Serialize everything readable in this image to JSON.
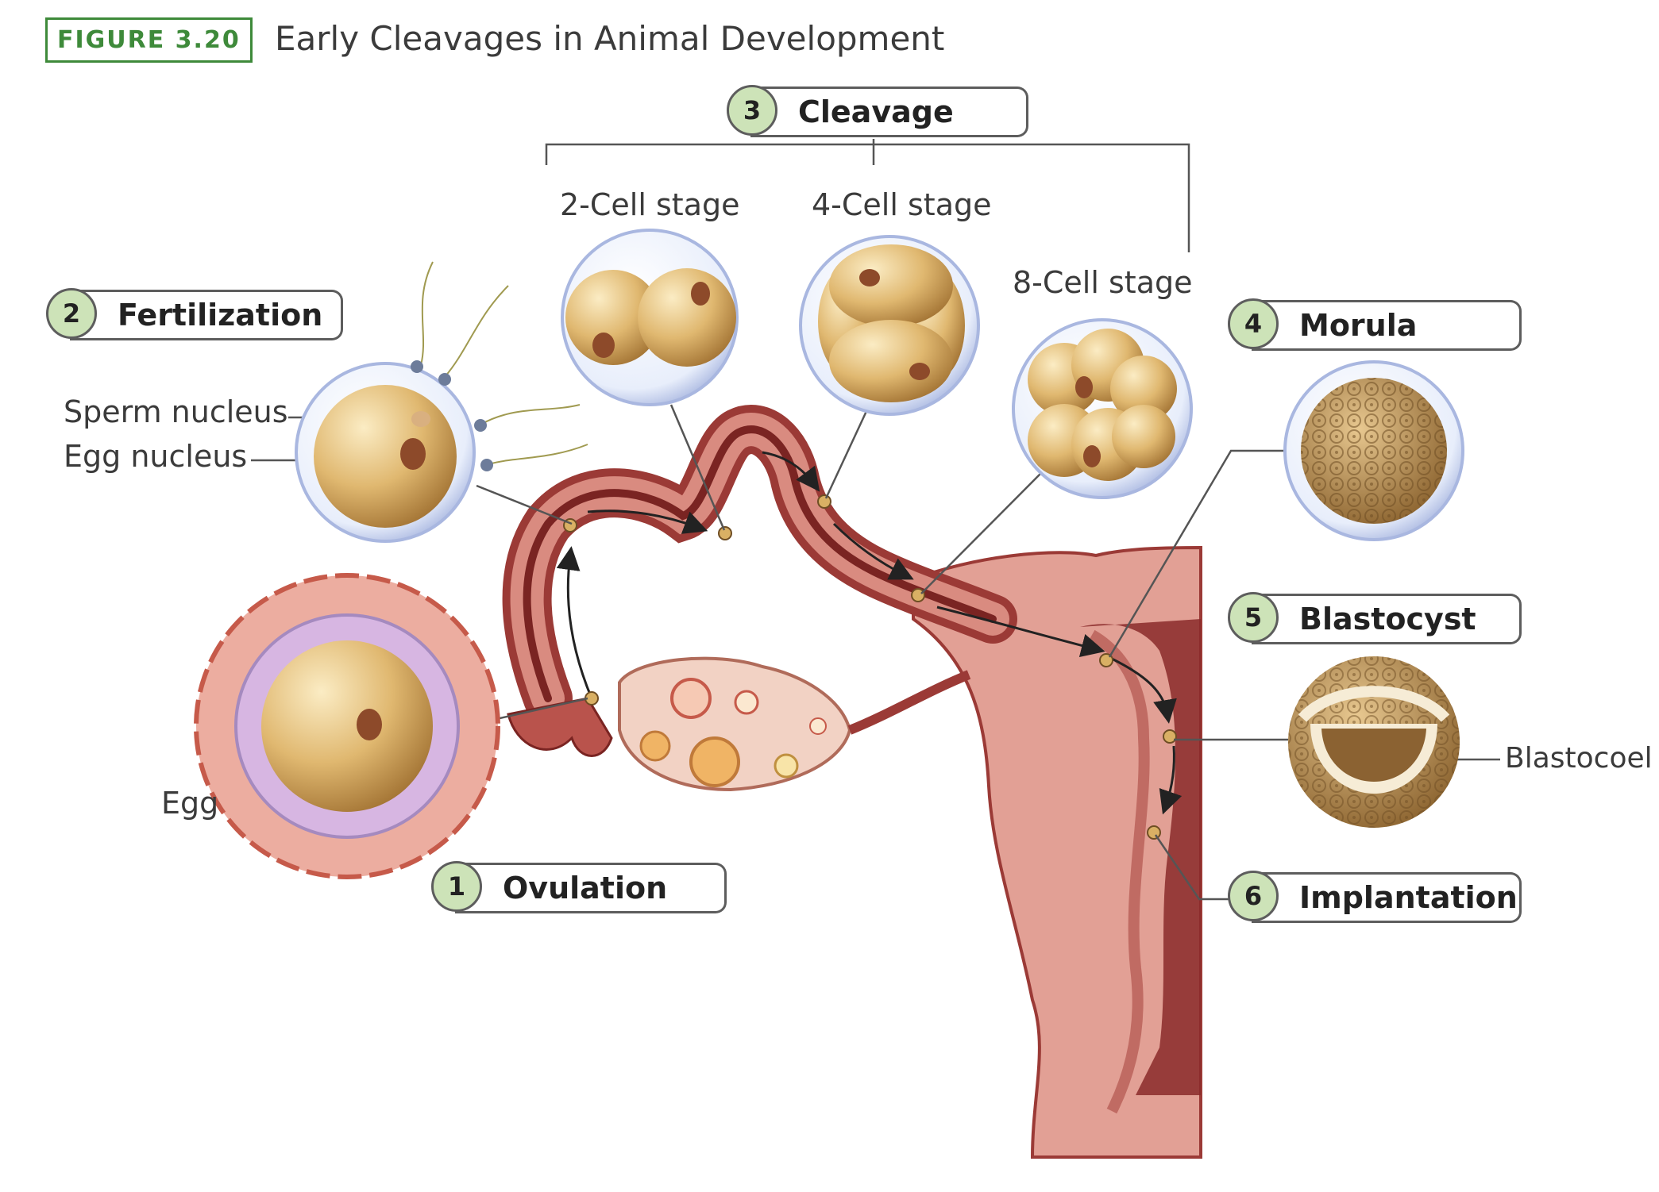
{
  "caption": {
    "figure_label": "FIGURE 3.20",
    "title": "Early Cleavages in Animal Development"
  },
  "steps": [
    {
      "number": "1",
      "label": "Ovulation"
    },
    {
      "number": "2",
      "label": "Fertilization"
    },
    {
      "number": "3",
      "label": "Cleavage"
    },
    {
      "number": "4",
      "label": "Morula"
    },
    {
      "number": "5",
      "label": "Blastocyst"
    },
    {
      "number": "6",
      "label": "Implantation"
    }
  ],
  "labels": {
    "two_cell": "2-Cell stage",
    "four_cell": "4-Cell stage",
    "eight_cell": "8-Cell stage",
    "sperm_nucleus": "Sperm nucleus",
    "egg_nucleus": "Egg nucleus",
    "egg": "Egg",
    "blastocoel": "Blastocoel"
  },
  "colors": {
    "accent_green": "#3e8a3a",
    "badge_fill": "#cde3b8",
    "tissue": "#d98b80",
    "tissue_dark": "#9b3a36",
    "cell": "#e0b870"
  }
}
